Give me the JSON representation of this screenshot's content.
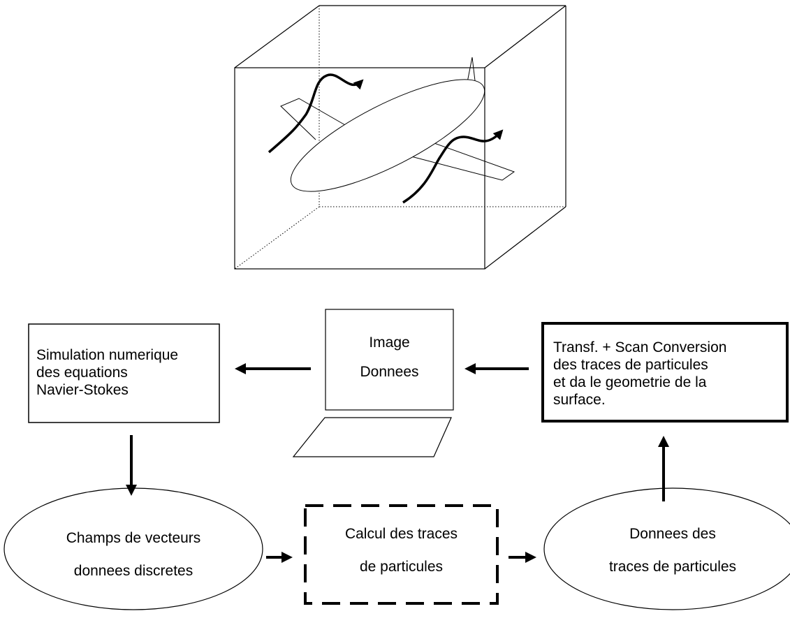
{
  "sim_box": {
    "lines": [
      "Simulation numerique",
      "des equations",
      "Navier-Stokes"
    ]
  },
  "computer": {
    "line1": "Image",
    "line2": "Donnees"
  },
  "transf_box": {
    "lines": [
      "Transf. + Scan Conversion",
      "des traces de particules",
      "et da le geometrie de la",
      "surface."
    ]
  },
  "champs_ellipse": {
    "line1": "Champs de vecteurs",
    "line2": "donnees discretes"
  },
  "calcul_box": {
    "line1": "Calcul des traces",
    "line2": "de particules"
  },
  "donnees_ellipse": {
    "line1": "Donnees des",
    "line2": "traces de particules"
  }
}
